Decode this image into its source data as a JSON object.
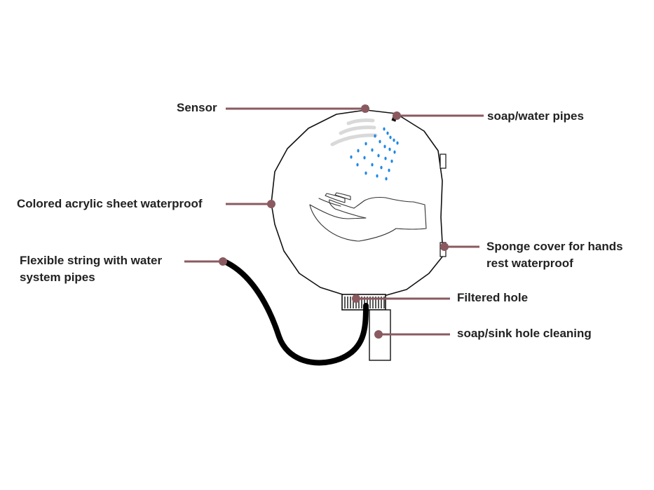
{
  "labels": {
    "sensor": "Sensor",
    "soap_water_pipes": "soap/water pipes",
    "acrylic_sheet": "Colored acrylic sheet waterproof",
    "flexible_string_line1": "Flexible string with water",
    "flexible_string_line2": "system pipes",
    "sponge_cover_line1": "Sponge cover for hands",
    "sponge_cover_line2": "rest waterproof",
    "filtered_hole": "Filtered hole",
    "sink_hole_cleaning": "soap/sink hole cleaning"
  },
  "colors": {
    "leader_line": "#8a5a60",
    "water_drops": "#1e88e5",
    "sensor_waves": "#d9d9d9",
    "outline": "#111111",
    "hose": "#000000"
  }
}
